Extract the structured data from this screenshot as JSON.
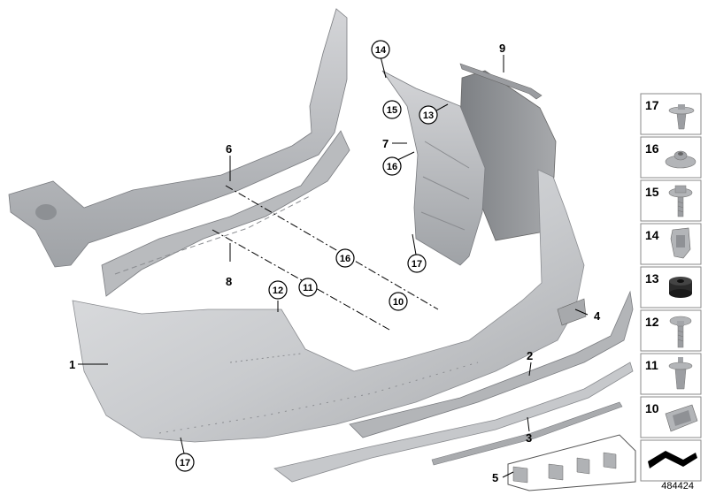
{
  "doc_number": "484424",
  "callouts": {
    "c1": "1",
    "c2": "2",
    "c3": "3",
    "c4": "4",
    "c5": "5",
    "c6": "6",
    "c7": "7",
    "c8": "8",
    "c9": "9",
    "c10": "10",
    "c11": "11",
    "c12": "12",
    "c13": "13",
    "c14": "14",
    "c15": "15",
    "c16": "16",
    "c17a": "17",
    "c17b": "17"
  },
  "side_panel": [
    {
      "number": "17",
      "icon": "expanding-rivet-icon"
    },
    {
      "number": "16",
      "icon": "clip-nut-icon"
    },
    {
      "number": "15",
      "icon": "flange-screw-icon"
    },
    {
      "number": "14",
      "icon": "spring-nut-icon"
    },
    {
      "number": "13",
      "icon": "rubber-buffer-icon"
    },
    {
      "number": "12",
      "icon": "hex-screw-icon"
    },
    {
      "number": "11",
      "icon": "push-rivet-icon"
    },
    {
      "number": "10",
      "icon": "plastic-nut-icon"
    },
    {
      "number": "",
      "icon": "mounting-kit-icon"
    }
  ]
}
